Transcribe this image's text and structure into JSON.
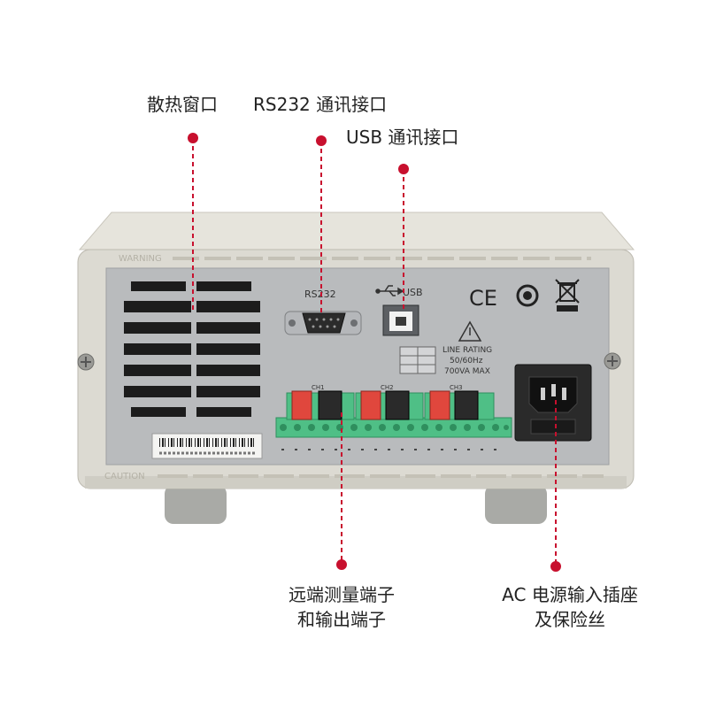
{
  "callouts": {
    "vent": "散热窗口",
    "rs232": "RS232 通讯接口",
    "usb": "USB 通讯接口",
    "terminals_line1": "远端测量端子",
    "terminals_line2": "和输出端子",
    "ac_line1": "AC 电源输入插座",
    "ac_line2": "及保险丝"
  },
  "panel_labels": {
    "rs232": "RS232",
    "usb": "USB",
    "ce": "CE",
    "rating_line1": "LINE RATING",
    "rating_line2": "50/60Hz",
    "rating_line3": "700VA MAX",
    "warning_strip": "WARNING",
    "caution_strip": "CAUTION",
    "ch1": "CH1",
    "ch2": "CH2",
    "ch3": "CH3"
  },
  "colors": {
    "accent": "#c8102e",
    "chassis": "#dcdad2",
    "panel": "#b9bbbd",
    "terminal_green": "#4fbf86",
    "terminal_red": "#e0473d"
  }
}
